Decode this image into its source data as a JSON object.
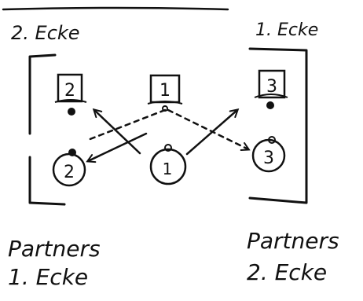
{
  "corner_labels": {
    "left": "2. Ecke",
    "right": "1. Ecke"
  },
  "partner_labels": {
    "left": {
      "line1": "Partners",
      "line2": "1. Ecke"
    },
    "right": {
      "line1": "Partners",
      "line2": "2. Ecke"
    }
  },
  "players": {
    "left_top": "2",
    "left_bottom": "2",
    "center_top": "1",
    "center_bottom": "1",
    "right_top": "3",
    "right_bottom": "3"
  },
  "colors": {
    "ink": "#111111",
    "background": "#ffffff"
  }
}
